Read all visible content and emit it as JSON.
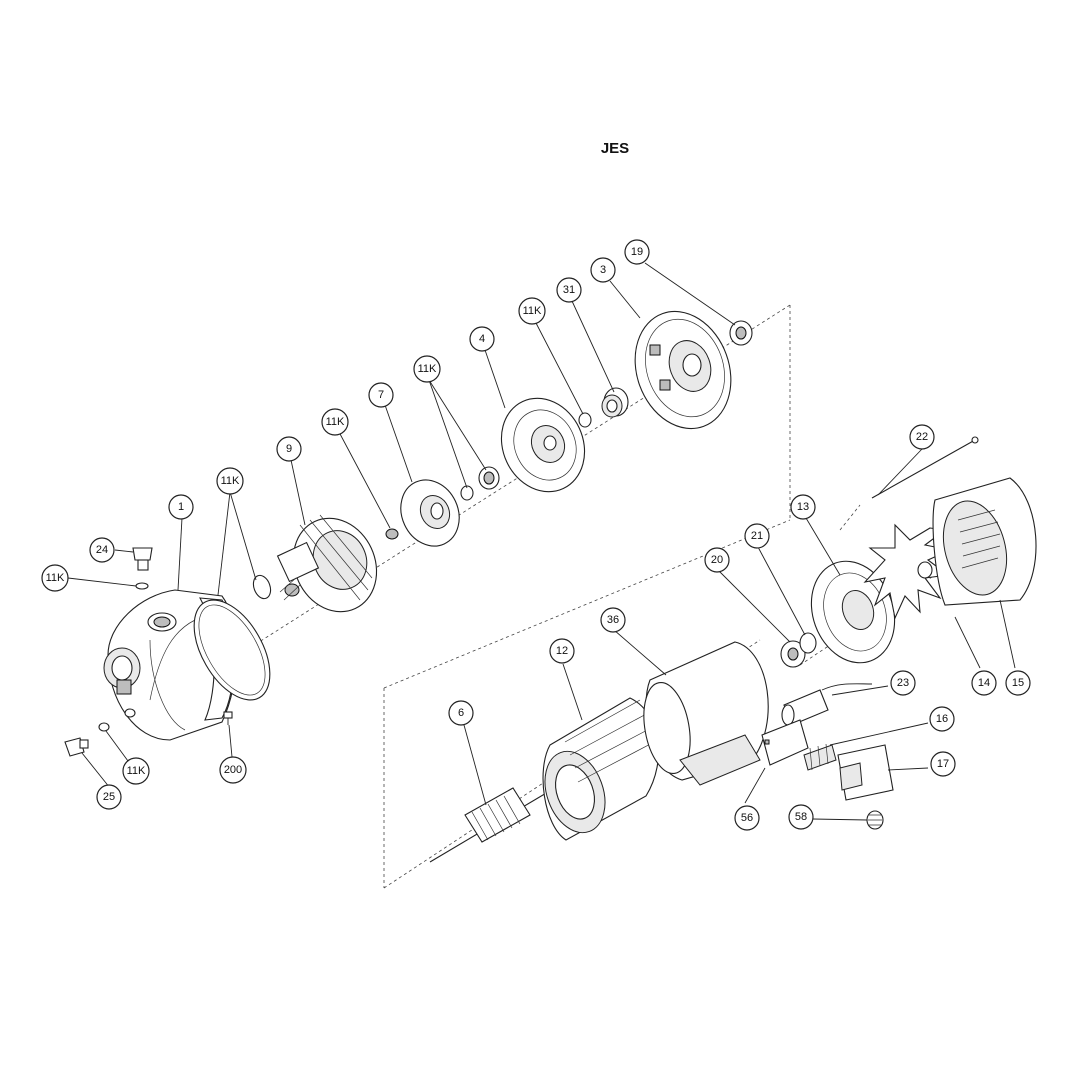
{
  "title": "JES",
  "callouts": [
    {
      "id": "c19",
      "label": "19"
    },
    {
      "id": "c3",
      "label": "3"
    },
    {
      "id": "c31",
      "label": "31"
    },
    {
      "id": "c11k_a",
      "label": "11K"
    },
    {
      "id": "c4",
      "label": "4"
    },
    {
      "id": "c11k_b",
      "label": "11K"
    },
    {
      "id": "c7",
      "label": "7"
    },
    {
      "id": "c11k_c",
      "label": "11K"
    },
    {
      "id": "c9",
      "label": "9"
    },
    {
      "id": "c11k_d",
      "label": "11K"
    },
    {
      "id": "c1",
      "label": "1"
    },
    {
      "id": "c24",
      "label": "24"
    },
    {
      "id": "c11k_e",
      "label": "11K"
    },
    {
      "id": "c11k_f",
      "label": "11K"
    },
    {
      "id": "c25",
      "label": "25"
    },
    {
      "id": "c200",
      "label": "200"
    },
    {
      "id": "c22",
      "label": "22"
    },
    {
      "id": "c13",
      "label": "13"
    },
    {
      "id": "c21",
      "label": "21"
    },
    {
      "id": "c20",
      "label": "20"
    },
    {
      "id": "c36",
      "label": "36"
    },
    {
      "id": "c12",
      "label": "12"
    },
    {
      "id": "c6",
      "label": "6"
    },
    {
      "id": "c23",
      "label": "23"
    },
    {
      "id": "c16",
      "label": "16"
    },
    {
      "id": "c17",
      "label": "17"
    },
    {
      "id": "c14",
      "label": "14"
    },
    {
      "id": "c15",
      "label": "15"
    },
    {
      "id": "c56",
      "label": "56"
    },
    {
      "id": "c58",
      "label": "58"
    }
  ]
}
